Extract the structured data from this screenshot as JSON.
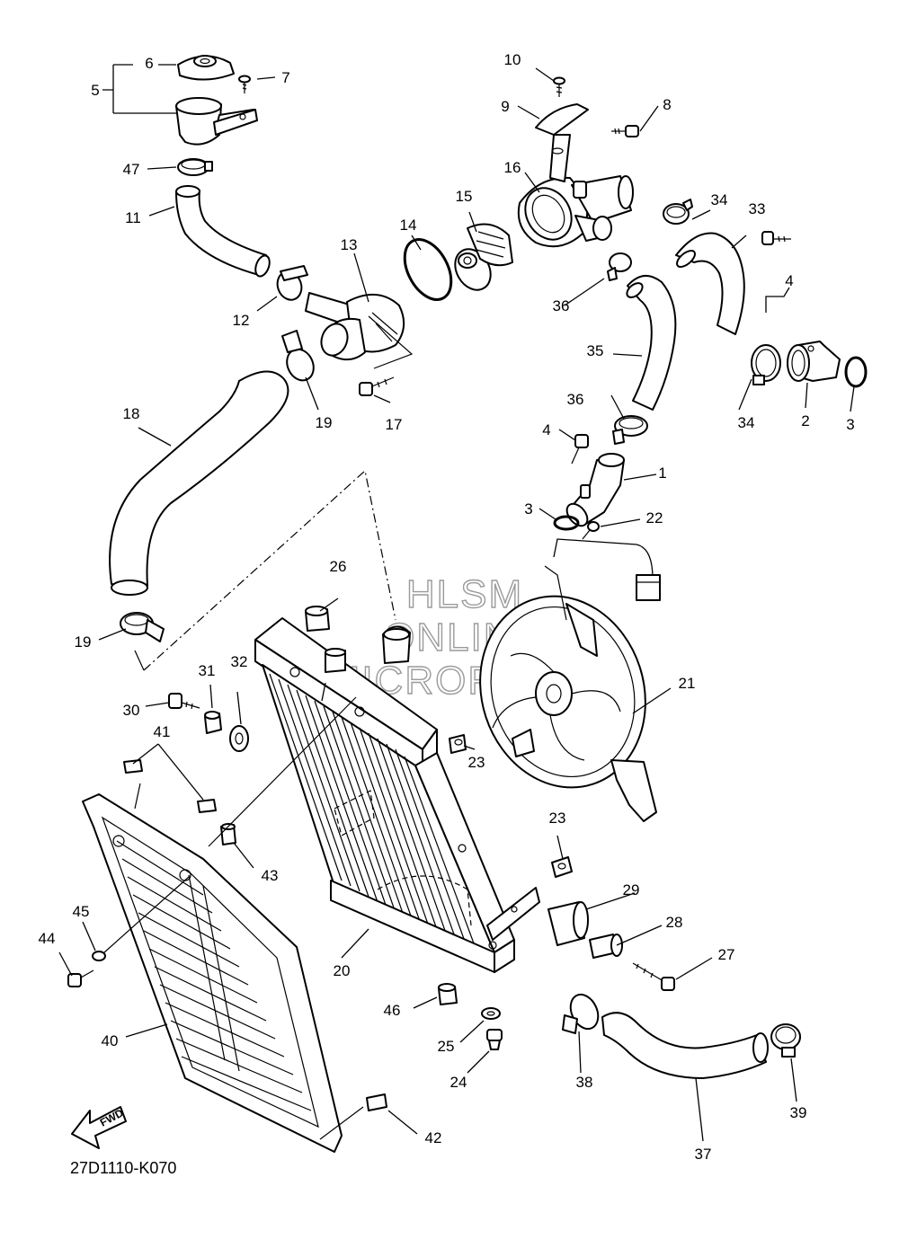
{
  "diagram_code": "27D1110-K070",
  "watermark": [
    "HLSM",
    "ONLINE",
    "MICROFICHE"
  ],
  "direction_label": "FWD",
  "callouts": [
    "1",
    "2",
    "3",
    "3",
    "4",
    "4",
    "5",
    "6",
    "7",
    "8",
    "9",
    "10",
    "11",
    "12",
    "13",
    "14",
    "15",
    "16",
    "17",
    "18",
    "19",
    "19",
    "20",
    "21",
    "22",
    "23",
    "23",
    "24",
    "25",
    "26",
    "27",
    "28",
    "29",
    "30",
    "31",
    "32",
    "33",
    "34",
    "34",
    "35",
    "36",
    "36",
    "37",
    "38",
    "39",
    "40",
    "41",
    "42",
    "43",
    "44",
    "45",
    "46",
    "47"
  ]
}
